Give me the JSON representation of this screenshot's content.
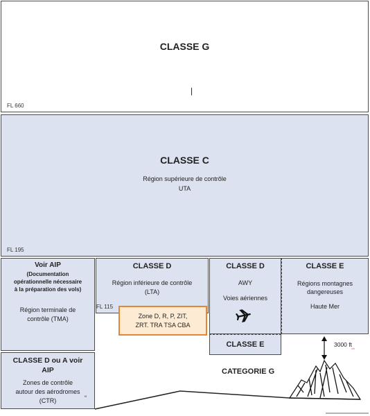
{
  "classe_g": {
    "title": "CLASSE G",
    "cursor_mark": "|",
    "level": "FL 660"
  },
  "classe_c": {
    "title": "CLASSE C",
    "line1": "Région supérieure de contrôle",
    "line2": "UTA",
    "level": "FL 195"
  },
  "aip_box": {
    "title": "Voir AIP",
    "desc1": "(Documentation",
    "desc2": "opérationnelle nécessaire",
    "desc3": "à la préparation des vols)",
    "tma1": "Région terminale de",
    "tma2": "contrôle (TMA)"
  },
  "ctr_box": {
    "title1": "CLASSE D ou A voir",
    "title2": "AIP",
    "line1": "Zones de contrôle",
    "line2": "autour des aérodromes",
    "line3": "(CTR)",
    "mark": "“"
  },
  "lta_box": {
    "title": "CLASSE D",
    "line1": "Région inférieure de contrôle",
    "line2": "(LTA)",
    "level": "FL 115"
  },
  "zone_box": {
    "line1": "Zone D, R, P, ZIT,",
    "line2": "ZRT. TRA TSA CBA"
  },
  "awy_box": {
    "title": "CLASSE D",
    "line1": "AWY",
    "line2": "Voies aériennes"
  },
  "classe_e_small": {
    "title": "CLASSE E"
  },
  "classe_e_right": {
    "title": "CLASSE E",
    "line1": "Régions montagnes",
    "line2": "dangereuses",
    "line3": "Haute Mer"
  },
  "categorie_g": {
    "title": "CATEGORIE G"
  },
  "height_note": {
    "text": "3000 ft"
  },
  "icons": {
    "plane": "airplane-icon",
    "mountain": "mountain-icon",
    "arrow": "double-arrow-icon"
  },
  "colors": {
    "blue_fill": "#dce2ef",
    "zone_border": "#e8862f",
    "zone_fill": "#fdebd3"
  }
}
